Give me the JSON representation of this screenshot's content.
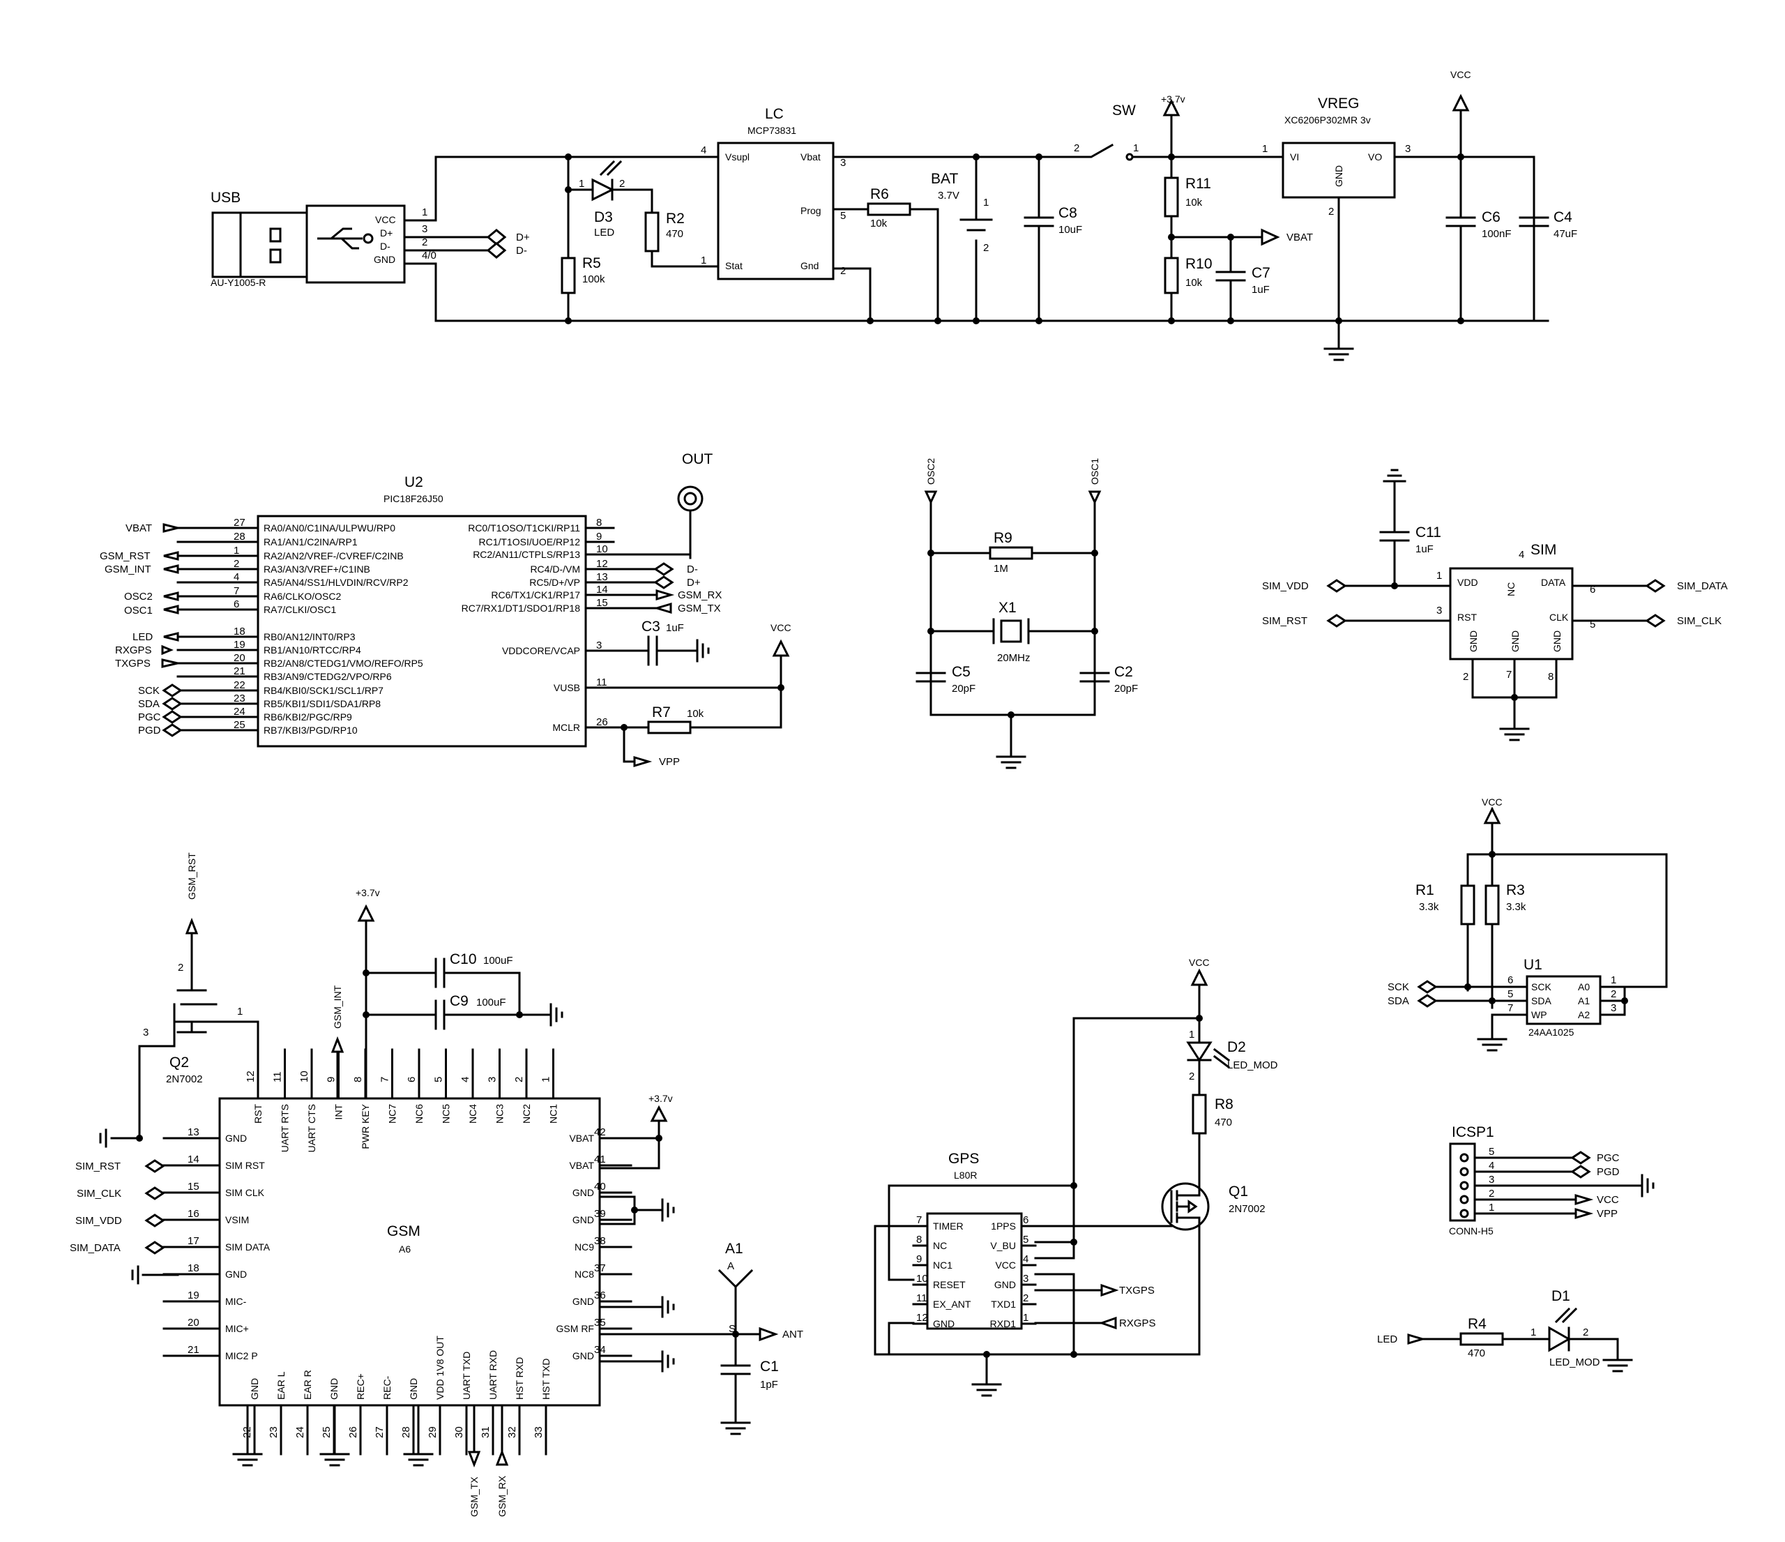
{
  "usb": {
    "ref": "USB",
    "part": "AU-Y1005-R",
    "pins": [
      "VCC",
      "D+",
      "D-",
      "GND"
    ],
    "nums": [
      "1",
      "3",
      "2",
      "4/0"
    ]
  },
  "lc": {
    "ref": "LC",
    "part": "MCP73831",
    "pins": [
      "Vsupl",
      "Vbat",
      "Prog",
      "Stat",
      "Gnd"
    ],
    "nums": [
      "4",
      "3",
      "5",
      "1",
      "2"
    ]
  },
  "d3": {
    "ref": "D3",
    "val": "LED",
    "n1": "1",
    "n2": "2"
  },
  "r2": {
    "ref": "R2",
    "val": "470"
  },
  "r5": {
    "ref": "R5",
    "val": "100k"
  },
  "r6": {
    "ref": "R6",
    "val": "10k"
  },
  "bat": {
    "ref": "BAT",
    "val": "3.7V",
    "n1": "1",
    "n2": "2"
  },
  "c8": {
    "ref": "C8",
    "val": "10uF"
  },
  "sw": {
    "ref": "SW",
    "n1": "2",
    "n2": "1"
  },
  "r11": {
    "ref": "R11",
    "val": "10k"
  },
  "r10": {
    "ref": "R10",
    "val": "10k"
  },
  "c7": {
    "ref": "C7",
    "val": "1uF"
  },
  "vreg": {
    "ref": "VREG",
    "part": "XC6206P302MR 3v",
    "pins": [
      "VI",
      "VO",
      "GND"
    ],
    "nums": [
      "1",
      "3",
      "2"
    ]
  },
  "c6": {
    "ref": "C6",
    "val": "100nF"
  },
  "c4": {
    "ref": "C4",
    "val": "47uF"
  },
  "u2": {
    "ref": "U2",
    "part": "PIC18F26J50",
    "left": [
      {
        "n": "27",
        "l": "RA0/AN0/C1INA/ULPWU/RP0"
      },
      {
        "n": "28",
        "l": "RA1/AN1/C2INA/RP1"
      },
      {
        "n": "1",
        "l": "RA2/AN2/VREF-/CVREF/C2INB"
      },
      {
        "n": "2",
        "l": "RA3/AN3/VREF+/C1INB"
      },
      {
        "n": "4",
        "l": "RA5/AN4/SS1/HLVDIN/RCV/RP2"
      },
      {
        "n": "7",
        "l": "RA6/CLKO/OSC2"
      },
      {
        "n": "6",
        "l": "RA7/CLKI/OSC1"
      },
      {
        "n": "18",
        "l": "RB0/AN12/INT0/RP3"
      },
      {
        "n": "19",
        "l": "RB1/AN10/RTCC/RP4"
      },
      {
        "n": "20",
        "l": "RB2/AN8/CTEDG1/VMO/REFO/RP5"
      },
      {
        "n": "21",
        "l": "RB3/AN9/CTEDG2/VPO/RP6"
      },
      {
        "n": "22",
        "l": "RB4/KBI0/SCK1/SCL1/RP7"
      },
      {
        "n": "23",
        "l": "RB5/KBI1/SDI1/SDA1/RP8"
      },
      {
        "n": "24",
        "l": "RB6/KBI2/PGC/RP9"
      },
      {
        "n": "25",
        "l": "RB7/KBI3/PGD/RP10"
      }
    ],
    "right": [
      {
        "n": "8",
        "l": "RC0/T1OSO/T1CKI/RP11"
      },
      {
        "n": "9",
        "l": "RC1/T1OSI/UOE/RP12"
      },
      {
        "n": "10",
        "l": "RC2/AN11/CTPLS/RP13"
      },
      {
        "n": "12",
        "l": "RC4/D-/VM"
      },
      {
        "n": "13",
        "l": "RC5/D+/VP"
      },
      {
        "n": "14",
        "l": "RC6/TX1/CK1/RP17"
      },
      {
        "n": "15",
        "l": "RC7/RX1/DT1/SDO1/RP18"
      },
      {
        "n": "3",
        "l": "VDDCORE/VCAP"
      },
      {
        "n": "11",
        "l": "VUSB"
      },
      {
        "n": "26",
        "l": "MCLR"
      }
    ]
  },
  "out": {
    "ref": "OUT"
  },
  "c3": {
    "ref": "C3",
    "val": "1uF"
  },
  "r7": {
    "ref": "R7",
    "val": "10k"
  },
  "r9": {
    "ref": "R9",
    "val": "1M"
  },
  "x1": {
    "ref": "X1",
    "val": "20MHz"
  },
  "c5": {
    "ref": "C5",
    "val": "20pF"
  },
  "c2": {
    "ref": "C2",
    "val": "20pF"
  },
  "c11": {
    "ref": "C11",
    "val": "1uF"
  },
  "sim": {
    "ref": "SIM",
    "pins": [
      "VDD",
      "NC",
      "DATA",
      "RST",
      "CLK",
      "GND",
      "GND",
      "GND"
    ],
    "nums": [
      "1",
      "4",
      "6",
      "3",
      "5",
      "2",
      "7",
      "8"
    ]
  },
  "r1": {
    "ref": "R1",
    "val": "3.3k"
  },
  "r3": {
    "ref": "R3",
    "val": "3.3k"
  },
  "u1": {
    "ref": "U1",
    "part": "24AA1025",
    "pins": [
      "SCK",
      "SDA",
      "WP",
      "A0",
      "A1",
      "A2"
    ],
    "nums": [
      "6",
      "5",
      "7",
      "1",
      "2",
      "3"
    ]
  },
  "icsp": {
    "ref": "ICSP1",
    "part": "CONN-H5",
    "nums": [
      "5",
      "4",
      "3",
      "2",
      "1"
    ]
  },
  "d1": {
    "ref": "D1",
    "val": "LED_MOD",
    "n1": "1",
    "n2": "2"
  },
  "r4": {
    "ref": "R4",
    "val": "470"
  },
  "q2": {
    "ref": "Q2",
    "val": "2N7002",
    "n1": "1",
    "n2": "2",
    "n3": "3"
  },
  "c10": {
    "ref": "C10",
    "val": "100uF"
  },
  "c9": {
    "ref": "C9",
    "val": "100uF"
  },
  "gsm": {
    "ref": "GSM",
    "part": "A6",
    "left": [
      {
        "n": "13",
        "l": "GND"
      },
      {
        "n": "14",
        "l": "SIM RST"
      },
      {
        "n": "15",
        "l": "SIM CLK"
      },
      {
        "n": "16",
        "l": "VSIM"
      },
      {
        "n": "17",
        "l": "SIM DATA"
      },
      {
        "n": "18",
        "l": "GND"
      },
      {
        "n": "19",
        "l": "MIC-"
      },
      {
        "n": "20",
        "l": "MIC+"
      },
      {
        "n": "21",
        "l": "MIC2 P"
      }
    ],
    "right": [
      {
        "n": "42",
        "l": "VBAT"
      },
      {
        "n": "41",
        "l": "VBAT"
      },
      {
        "n": "40",
        "l": "GND"
      },
      {
        "n": "39",
        "l": "GND"
      },
      {
        "n": "38",
        "l": "NC9"
      },
      {
        "n": "37",
        "l": "NC8"
      },
      {
        "n": "36",
        "l": "GND"
      },
      {
        "n": "35",
        "l": "GSM RF"
      },
      {
        "n": "34",
        "l": "GND"
      }
    ],
    "top": [
      {
        "n": "12",
        "l": "RST"
      },
      {
        "n": "11",
        "l": "UART RTS"
      },
      {
        "n": "10",
        "l": "UART CTS"
      },
      {
        "n": "9",
        "l": "INT"
      },
      {
        "n": "8",
        "l": "PWR KEY"
      },
      {
        "n": "7",
        "l": "NC7"
      },
      {
        "n": "6",
        "l": "NC6"
      },
      {
        "n": "5",
        "l": "NC5"
      },
      {
        "n": "4",
        "l": "NC4"
      },
      {
        "n": "3",
        "l": "NC3"
      },
      {
        "n": "2",
        "l": "NC2"
      },
      {
        "n": "1",
        "l": "NC1"
      }
    ],
    "bottom": [
      {
        "n": "22",
        "l": "GND"
      },
      {
        "n": "23",
        "l": "EAR L"
      },
      {
        "n": "24",
        "l": "EAR R"
      },
      {
        "n": "25",
        "l": "GND"
      },
      {
        "n": "26",
        "l": "REC+"
      },
      {
        "n": "27",
        "l": "REC-"
      },
      {
        "n": "28",
        "l": "GND"
      },
      {
        "n": "29",
        "l": "VDD 1V8 OUT"
      },
      {
        "n": "30",
        "l": "UART TXD"
      },
      {
        "n": "31",
        "l": "UART RXD"
      },
      {
        "n": "32",
        "l": "HST RXD"
      },
      {
        "n": "33",
        "l": "HST TXD"
      }
    ]
  },
  "a1": {
    "ref": "A1",
    "val": "A",
    "pin": "S"
  },
  "c1": {
    "ref": "C1",
    "val": "1pF"
  },
  "gps": {
    "ref": "GPS",
    "part": "L80R",
    "left": [
      {
        "n": "7",
        "l": "TIMER"
      },
      {
        "n": "8",
        "l": "NC"
      },
      {
        "n": "9",
        "l": "NC1"
      },
      {
        "n": "10",
        "l": "RESET"
      },
      {
        "n": "11",
        "l": "EX_ANT"
      },
      {
        "n": "12",
        "l": "GND"
      }
    ],
    "right": [
      {
        "n": "6",
        "l": "1PPS"
      },
      {
        "n": "5",
        "l": "V_BU"
      },
      {
        "n": "4",
        "l": "VCC"
      },
      {
        "n": "3",
        "l": "GND"
      },
      {
        "n": "2",
        "l": "TXD1"
      },
      {
        "n": "1",
        "l": "RXD1"
      }
    ]
  },
  "d2": {
    "ref": "D2",
    "val": "LED_MOD",
    "n1": "1",
    "n2": "2"
  },
  "r8": {
    "ref": "R8",
    "val": "470"
  },
  "q1": {
    "ref": "Q1",
    "val": "2N7002"
  },
  "nets": {
    "dplus": "D+",
    "dminus": "D-",
    "vbat": "VBAT",
    "vcc": "VCC",
    "p37": "+3.7v",
    "gsm_rst": "GSM_RST",
    "gsm_int": "GSM_INT",
    "osc2": "OSC2",
    "osc1": "OSC1",
    "led": "LED",
    "rxgps": "RXGPS",
    "txgps": "TXGPS",
    "sck": "SCK",
    "sda": "SDA",
    "pgc": "PGC",
    "pgd": "PGD",
    "gsm_rx": "GSM_RX",
    "gsm_tx": "GSM_TX",
    "vpp": "VPP",
    "sim_vdd": "SIM_VDD",
    "sim_rst": "SIM_RST",
    "sim_data": "SIM_DATA",
    "sim_clk": "SIM_CLK",
    "ant": "ANT"
  }
}
